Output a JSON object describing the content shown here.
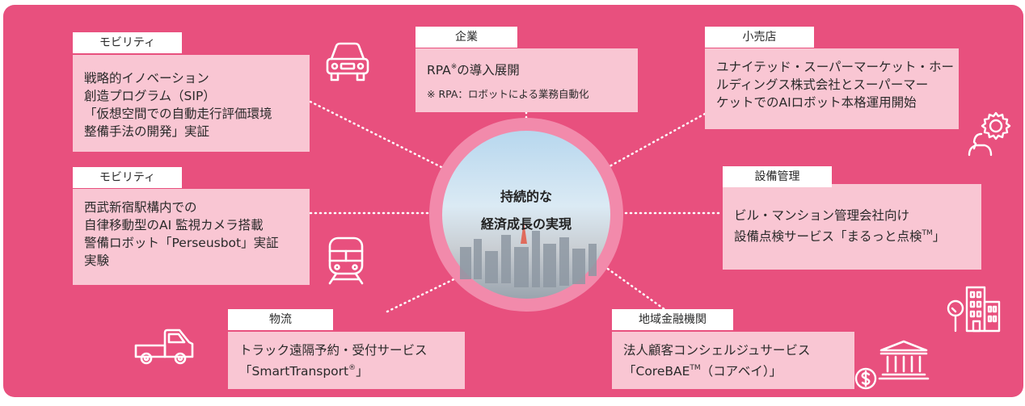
{
  "colors": {
    "background": "#e8507e",
    "box": "#f9c6d3",
    "tag": "#ffffff",
    "icon": "#ffffff"
  },
  "center": {
    "line1": "持続的な",
    "line2": "経済成長の実現"
  },
  "boxes": {
    "mobility_sip": {
      "tag": "モビリティ",
      "lines": [
        "戦略的イノベーション",
        "創造プログラム（SIP）",
        "「仮想空間での自動走行評価環境",
        "整備手法の開発」実証"
      ]
    },
    "enterprise": {
      "tag": "企業",
      "text_main": "RPA",
      "text_sup": "※",
      "text_rest": "の導入展開",
      "note": "※ RPA：ロボットによる業務自動化"
    },
    "retail": {
      "tag": "小売店",
      "lines": [
        "ユナイテッド・スーパーマーケット・ホー",
        "ルディングス株式会社とスーパーマー",
        "ケットでのAIロボット本格運用開始"
      ]
    },
    "mobility_robot": {
      "tag": "モビリティ",
      "lines": [
        "西武新宿駅構内での",
        "自律移動型のAI 監視カメラ搭載",
        "警備ロボット「Perseusbot」実証",
        "実験"
      ]
    },
    "facility": {
      "tag": "設備管理",
      "line1": "ビル・マンション管理会社向け",
      "line2_main": "設備点検サービス「まるっと点検",
      "line2_sup": "TM",
      "line2_end": "」"
    },
    "logistics": {
      "tag": "物流",
      "line1": "トラック遠隔予約・受付サービス",
      "line2_main": "「SmartTransport",
      "line2_sup": "®",
      "line2_end": "」"
    },
    "finance": {
      "tag": "地域金融機関",
      "line1": "法人顧客コンシェルジュサービス",
      "line2_main": "「CoreBAE",
      "line2_sup": "TM",
      "line2_end": "（コアベイ）」"
    }
  },
  "icons": [
    "car-icon",
    "gear-person-icon",
    "train-icon",
    "building-icon",
    "truck-icon",
    "bank-icon",
    "dollar-coin-icon"
  ]
}
